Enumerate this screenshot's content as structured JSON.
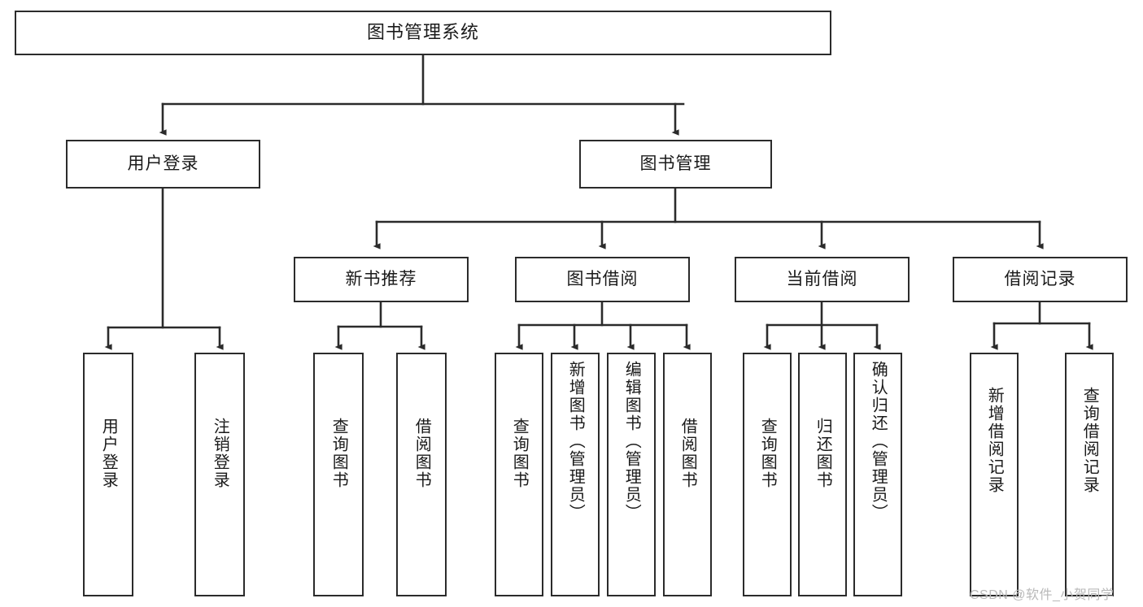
{
  "diagram": {
    "title": "图书管理系统",
    "type": "hierarchy-tree",
    "watermark": "CSDN @软件_小贺同学",
    "colors": {
      "border": "#2b2b2b",
      "background": "#ffffff",
      "text": "#1a1a1a",
      "watermark": "#b9b9b9"
    },
    "nodes": {
      "root": {
        "label": "图书管理系统"
      },
      "level2": [
        {
          "label": "用户登录"
        },
        {
          "label": "图书管理"
        }
      ],
      "level3": [
        {
          "label": "新书推荐"
        },
        {
          "label": "图书借阅"
        },
        {
          "label": "当前借阅"
        },
        {
          "label": "借阅记录"
        }
      ],
      "leaves_user_login": [
        {
          "label": "用户登录"
        },
        {
          "label": "注销登录"
        }
      ],
      "leaves_new_book": [
        {
          "label": "查询图书"
        },
        {
          "label": "借阅图书"
        }
      ],
      "leaves_book_borrow": [
        {
          "label": "查询图书"
        },
        {
          "label": "新增图书（管理员）"
        },
        {
          "label": "编辑图书（管理员）"
        },
        {
          "label": "借阅图书"
        }
      ],
      "leaves_current_borrow": [
        {
          "label": "查询图书"
        },
        {
          "label": "归还图书"
        },
        {
          "label": "确认归还（管理员）"
        }
      ],
      "leaves_borrow_record": [
        {
          "label": "新增借阅记录"
        },
        {
          "label": "查询借阅记录"
        }
      ]
    }
  }
}
